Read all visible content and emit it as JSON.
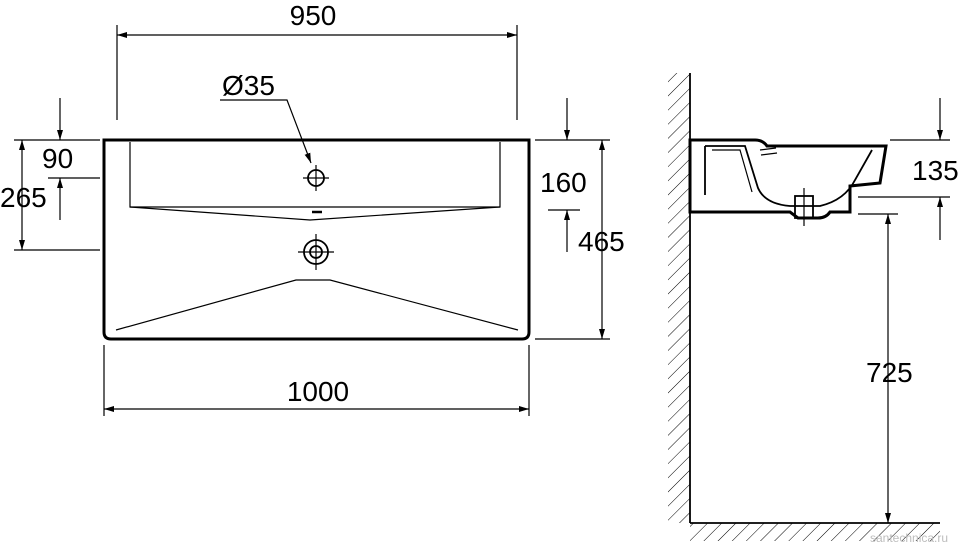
{
  "top_view": {
    "dim_width_top": "950",
    "dim_hole": "Ø35",
    "dim_90": "90",
    "dim_265": "265",
    "dim_160": "160",
    "dim_465": "465",
    "dim_width_total": "1000"
  },
  "side_view": {
    "dim_135": "135",
    "dim_725": "725"
  },
  "watermark": "santechnica.ru"
}
